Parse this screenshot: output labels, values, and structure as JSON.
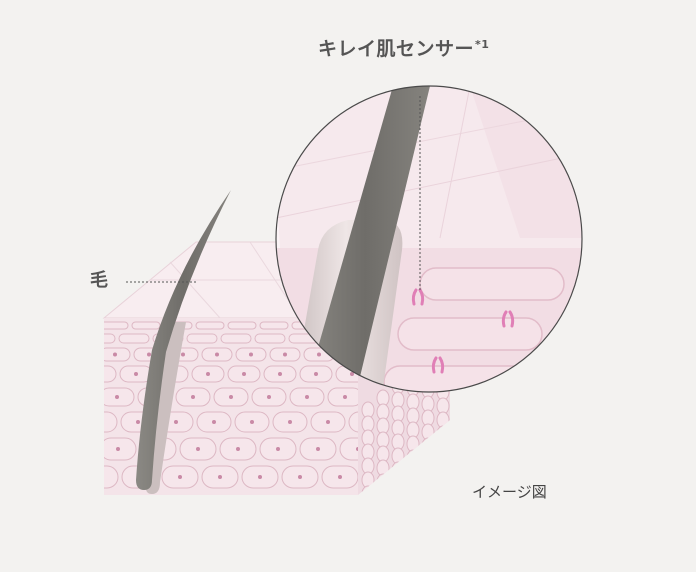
{
  "labels": {
    "sensor": "キレイ肌センサー",
    "sensor_note": "*1",
    "hair": "毛",
    "caption": "イメージ図"
  },
  "colors": {
    "background": "#f3f2f0",
    "skin_light": "#f8edf0",
    "skin_mid": "#f1d9e0",
    "cell_fill": "#f6e6eb",
    "cell_stroke": "#ddb8c4",
    "nucleus": "#c98aa6",
    "hair": "#7a7874",
    "sensor": "#e07fb6",
    "text": "#555555"
  }
}
